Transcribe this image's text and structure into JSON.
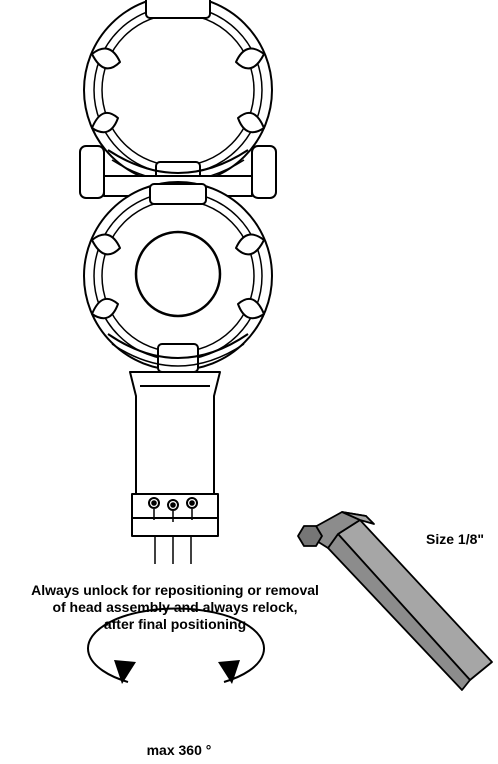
{
  "labels": {
    "instruction": [
      "Always unlock for repositioning or removal",
      "of head assembly and always relock,",
      "after final positioning"
    ],
    "wrench_size": "Size 1/8\"",
    "rotation": "max 360 °"
  },
  "colors": {
    "line": "#000000",
    "wrench_face": "#8c8c8c",
    "wrench_side": "#a6a6a6",
    "wrench_end": "#767676"
  },
  "icons": {
    "tool": "hex-key-icon",
    "rotation": "rotation-arrows-icon"
  }
}
